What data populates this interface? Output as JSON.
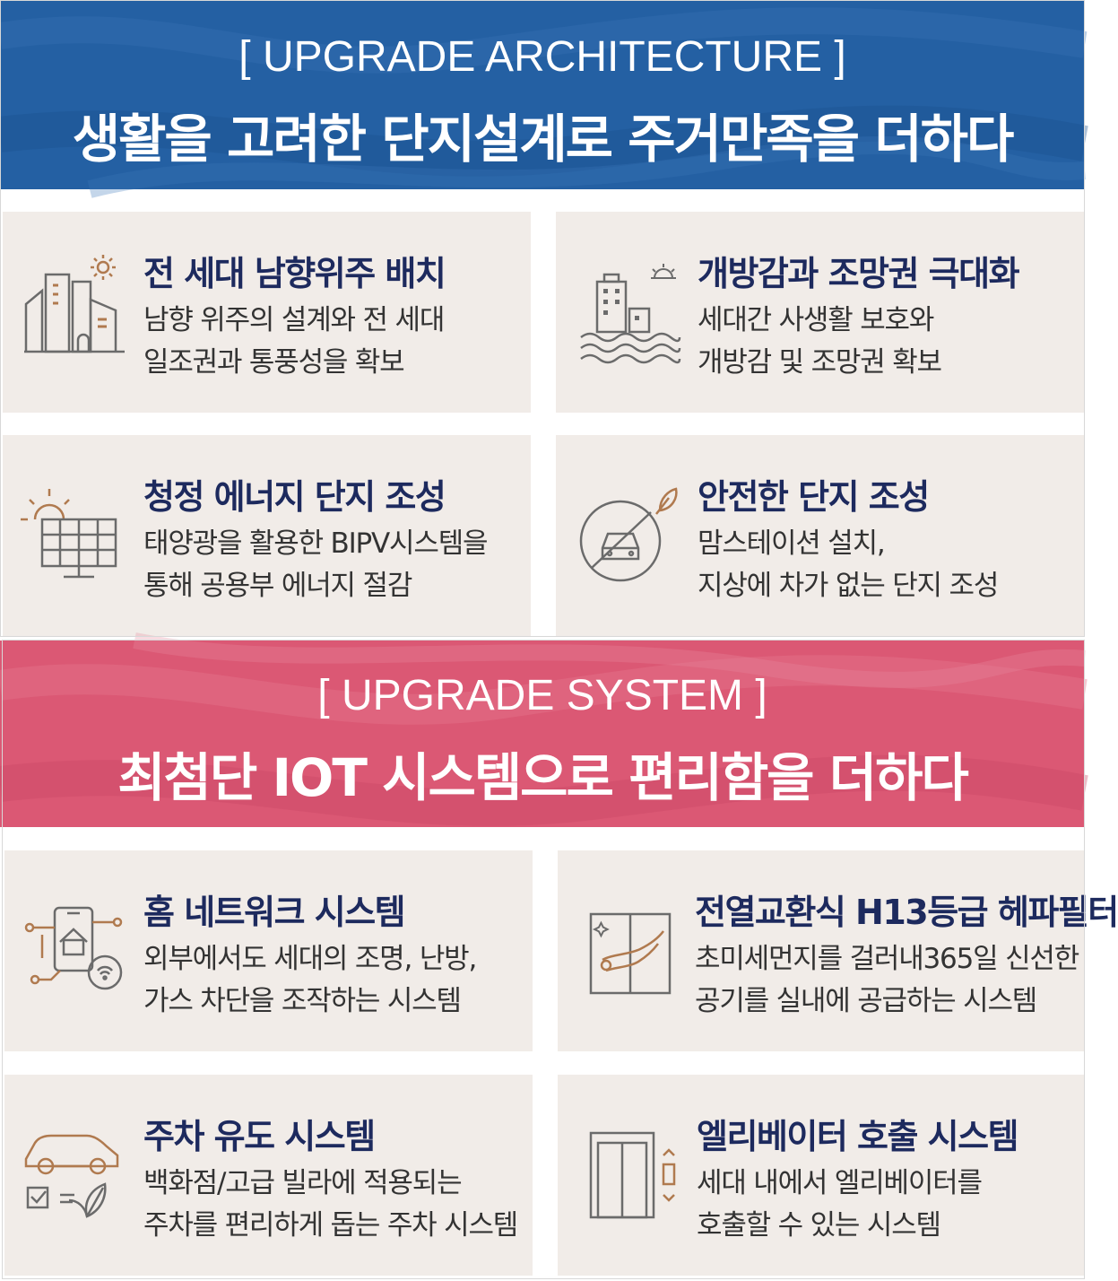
{
  "section1": {
    "subtitle": "[ UPGRADE ARCHITECTURE ]",
    "title": "생활을 고려한 단지설계로 주거만족을 더하다",
    "color": "#2460a3",
    "cards": [
      {
        "title": "전 세대 남향위주 배치",
        "line1": "남향 위주의 설계와 전 세대",
        "line2": "일조권과 통풍성을 확보",
        "icon": "sunlit-buildings-icon"
      },
      {
        "title": "개방감과 조망권 극대화",
        "line1": "세대간 사생활 보호와",
        "line2": "개방감 및 조망권 확보",
        "icon": "waterfront-building-icon"
      },
      {
        "title": "청정 에너지 단지 조성",
        "line1": "태양광을 활용한 BIPV시스템을",
        "line2": "통해 공용부 에너지 절감",
        "icon": "solar-panel-icon"
      },
      {
        "title": "안전한 단지 조성",
        "line1": "맘스테이션 설치,",
        "line2": "지상에 차가 없는 단지 조성",
        "icon": "no-car-icon"
      }
    ]
  },
  "section2": {
    "subtitle": "[ UPGRADE SYSTEM ]",
    "title": "최첨단 IOT 시스템으로 편리함을 더하다",
    "color": "#db5874",
    "cards": [
      {
        "title": "홈 네트워크 시스템",
        "line1": "외부에서도 세대의 조명, 난방,",
        "line2": "가스 차단을 조작하는 시스템",
        "icon": "home-network-icon"
      },
      {
        "title": "전열교환식 H13등급 헤파필터",
        "line1": "초미세먼지를 걸러내365일 신선한",
        "line2": "공기를 실내에 공급하는 시스템",
        "icon": "air-filter-icon"
      },
      {
        "title": "주차 유도 시스템",
        "line1": "백화점/고급 빌라에 적용되는",
        "line2": "주차를 편리하게 돕는 주차 시스템",
        "icon": "parking-guide-icon"
      },
      {
        "title": "엘리베이터 호출 시스템",
        "line1": "세대 내에서 엘리베이터를",
        "line2": "호출할 수 있는 시스템",
        "icon": "elevator-call-icon"
      }
    ]
  },
  "colors": {
    "title_text": "#1d2a5e",
    "card_bg": "#f1ece8",
    "icon_gray": "#6b6b6b",
    "icon_accent": "#b07a4f"
  }
}
